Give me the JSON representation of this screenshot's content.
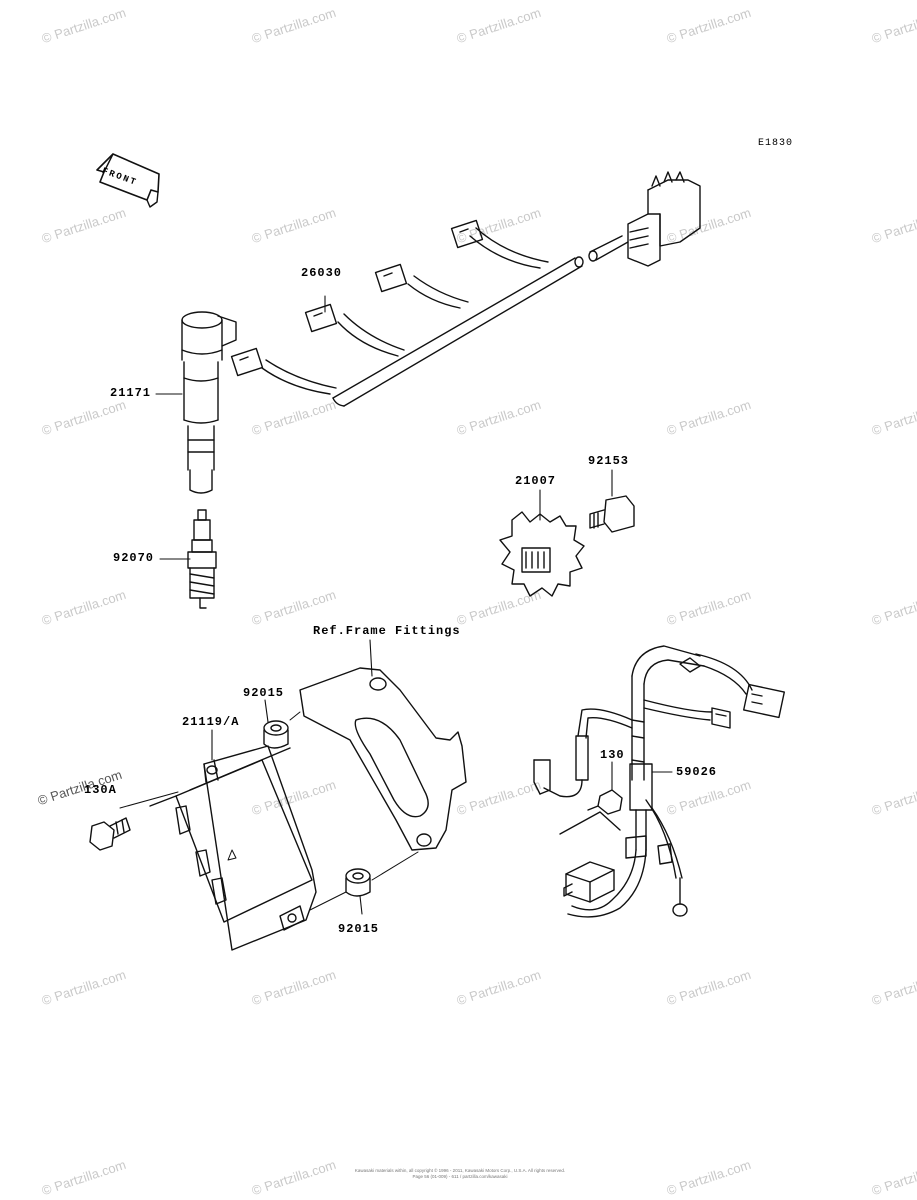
{
  "diagram_code": "E1830",
  "front_label": "FRONT",
  "reference_note": "Ref.Frame Fittings",
  "parts": {
    "p26030": "26030",
    "p21171": "21171",
    "p92070": "92070",
    "p21007": "21007",
    "p92153": "92153",
    "p92015_top": "92015",
    "p21119": "21119/A",
    "p130A": "130A",
    "p92015_bottom": "92015",
    "p130": "130",
    "p59026": "59026"
  },
  "watermark_text": "© Partzilla.com",
  "footer": {
    "line1": "Kawasaki materials within, all copyright © 1996 - 2011, Kawasaki Motors Corp., U.S.A. All rights reserved.",
    "line2": "Page 56 (01-009) - 611 / partzilla.com/kawasaki"
  },
  "colors": {
    "ink": "#111111",
    "watermark": "#c9c9c9",
    "background": "#ffffff"
  }
}
